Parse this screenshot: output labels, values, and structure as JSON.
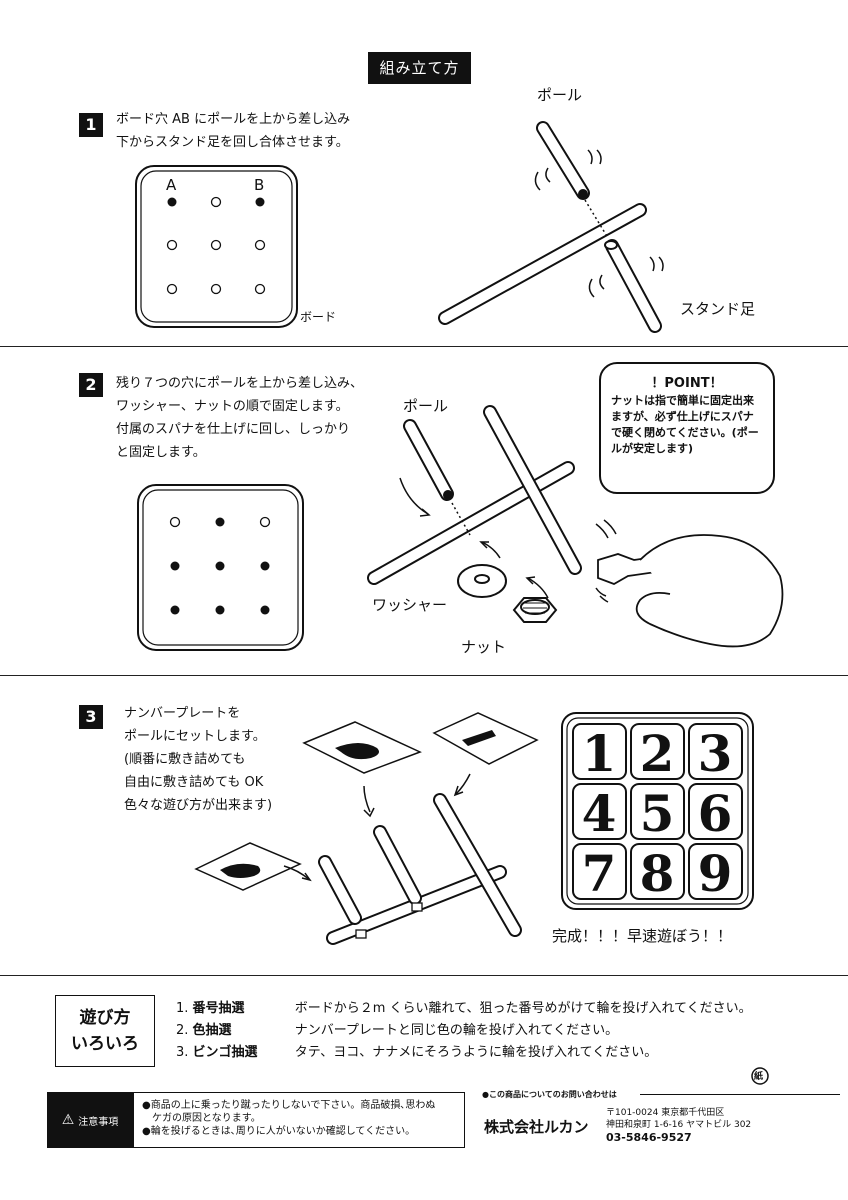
{
  "title": "組み立て方",
  "step1": {
    "num": "1",
    "text": "ボード穴 AB にポールを上から差し込み\n下からスタンド足を回し合体させます。",
    "label_a": "A",
    "label_b": "B",
    "board_label": "ボード",
    "pole_label": "ポール",
    "stand_label": "スタンド足"
  },
  "step2": {
    "num": "2",
    "text": "残り７つの穴にポールを上から差し込み、\nワッシャー、ナットの順で固定します。\n付属のスパナを仕上げに回し、しっかり\nと固定します。",
    "pole_label": "ポール",
    "washer_label": "ワッシャー",
    "nut_label": "ナット",
    "point_title": "！POINT！",
    "point_text": "ナットは指で簡単に固定出来ますが、必ず仕上げにスパナで硬く閉めてください。(ポールが安定します)"
  },
  "step3": {
    "num": "3",
    "text": "ナンバープレートを\nポールにセットします。\n(順番に敷き詰めても\n自由に敷き詰めても OK\n色々な遊び方が出来ます)",
    "numbers": [
      "1",
      "2",
      "3",
      "4",
      "5",
      "6",
      "7",
      "8",
      "9"
    ],
    "complete": "完成！！！早速遊ぼう！！"
  },
  "play": {
    "title": "遊び方\nいろいろ",
    "items": [
      {
        "num": "1.",
        "name": "番号抽選",
        "desc": "ボードから２m くらい離れて、狙った番号めがけて輪を投げ入れてください。"
      },
      {
        "num": "2.",
        "name": "色抽選",
        "desc": "ナンバープレートと同じ色の輪を投げ入れてください。"
      },
      {
        "num": "3.",
        "name": "ビンゴ抽選",
        "desc": "タテ、ヨコ、ナナメにそろうように輪を投げ入れてください。"
      }
    ]
  },
  "footer": {
    "caution_label": "注意事項",
    "caution_text": "●商品の上に乗ったり蹴ったりしないで下さい。商品破損､思わぬ\n　ケガの原因となります。\n●輪を投げるときは､周りに人がいないか確認してください。",
    "contact_head": "●この商品についてのお問い合わせは",
    "company": "株式会社ルカン",
    "address": "〒101-0024 東京都千代田区\n神田和泉町 1-6-16 ヤマトビル 302",
    "phone": "03-5846-9527",
    "paper_mark": "紙"
  },
  "colors": {
    "ink": "#111111",
    "paper": "#ffffff"
  }
}
